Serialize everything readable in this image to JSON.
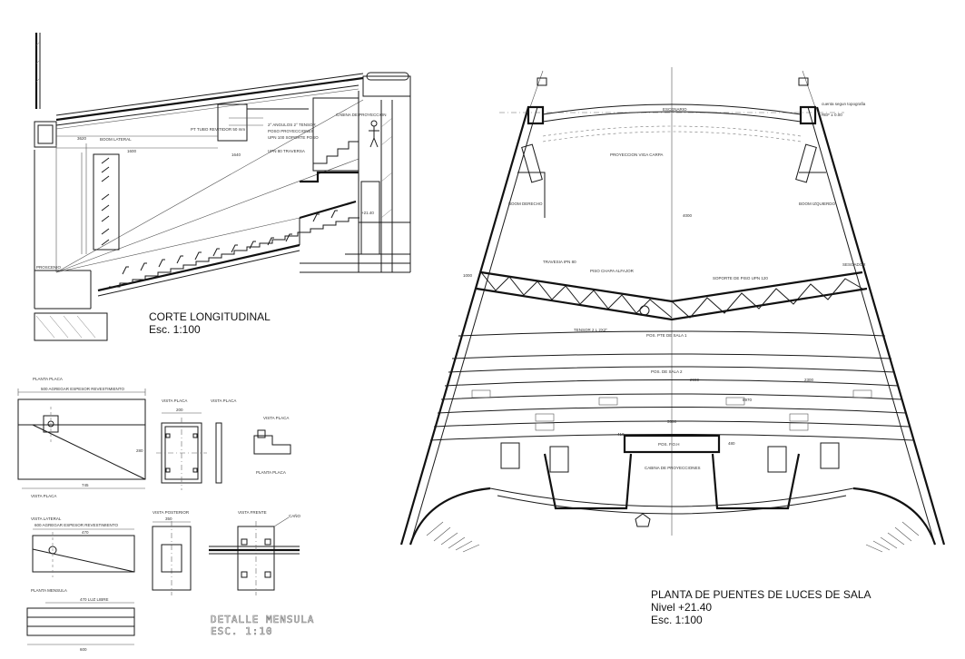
{
  "titles": {
    "section": {
      "name": "CORTE LONGITUDINAL",
      "scale": "Esc. 1:100"
    },
    "plan": {
      "name": "PLANTA DE PUENTES DE LUCES DE SALA",
      "level": "Nivel +21.40",
      "scale": "Esc. 1:100"
    },
    "detail": {
      "name": "DETALLE MENSULA",
      "scale": "ESC. 1:10"
    }
  },
  "section_labels": {
    "cabin": "CABINA DE PROYECCION",
    "boom": "BOOM LATERAL",
    "proscenio": "PROSCENIO",
    "note1": "2° ANGULOS 2° TENSOR",
    "note2": "POSO PROYECCIONES",
    "note3": "UPN 100 SOPORTE POSO",
    "note4": "UPN 80 TRAVERSA",
    "note5": "PT TUBO REVITIDOR 50 mm",
    "dim1": "3620",
    "dim2": "1600",
    "dim3": "1640",
    "level": "+21.40"
  },
  "plan_labels": {
    "escenario": "ESCENARIO",
    "proyector": "PROYECCION VIGA CARPA",
    "boom_der": "BOOM DERECHO",
    "boom_izq": "BOOM IZQUIERDO",
    "travesia": "TRAVESIA IPN 80",
    "chapa": "PISO CHAPA ALFAJOR",
    "soporte": "SOPORTE DE PISO UPN 120",
    "tensor": "TENSOR 2 L 2X2\"",
    "sesgo": "SESGADOR",
    "pos1": "POS. PTE DE SALA 1",
    "pos2": "POS. DE SALA 2",
    "pos_foh": "POS. F.O.H",
    "cabina": "CABINA DE PROYECCIONES",
    "ref": "REF ± 0.00",
    "topo": "cuenta segun topografia",
    "dim_a": "5500",
    "dim_b": "4000",
    "dim_c": "8970",
    "dim_d": "1000",
    "dim_e": "2900",
    "dim_f": "2300",
    "dim_g": "410",
    "dim_h": "480"
  },
  "detail_labels": {
    "planta_placa": "PLANTA PLACA",
    "vista_placa": "VISTA PLACA",
    "vista_placa2": "VISTA PLACA",
    "vista_placa3": "VISTA PLACA",
    "vista_placa4": "VISTA PLACA",
    "planta_placa2": "PLANTA PLACA",
    "vista_lateral": "VISTA LATERAL",
    "vista_posterior": "VISTA POSTERIOR",
    "vista_frente": "VISTA FRENTE",
    "planta_mensula": "PLANTA MENSULA",
    "nota_revest": "500 AGREGAR ESPESOR REVESTIMIENTO",
    "nota_revest2": "600 AGREGAR ESPESOR REVESTIMIENTO",
    "luz_libre": "470 LUZ LIBRE",
    "cano": "CAÑO",
    "d_745": "745",
    "d_470": "470",
    "d_200": "200",
    "d_350": "350",
    "d_600": "600",
    "d_280": "280"
  }
}
